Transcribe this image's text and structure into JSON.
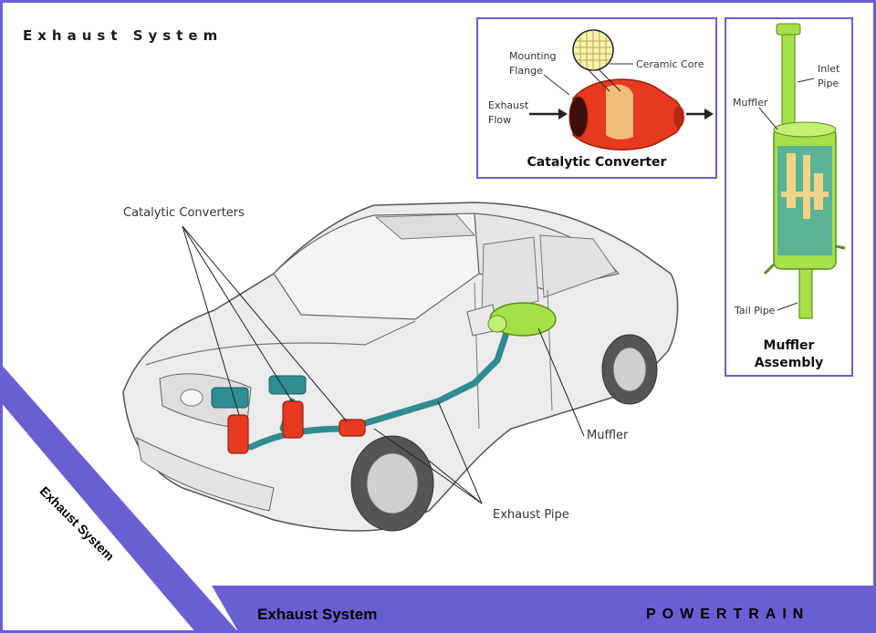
{
  "header": {
    "title": "Exhaust System"
  },
  "footer": {
    "title": "Exhaust System",
    "brand": "POWERTRAIN"
  },
  "diagonal_band": {
    "text": "Exhaust System"
  },
  "colors": {
    "frame": "#6a5fd2",
    "catalytic": "#e63a1e",
    "muffler": "#a6e04a",
    "pipe": "#2f8c91",
    "car_body": "#ececec"
  },
  "car_labels": {
    "catalytic_converters": "Catalytic Converters",
    "muffler": "Muffler",
    "exhaust_pipe": "Exhaust Pipe"
  },
  "catalytic_box": {
    "title": "Catalytic Converter",
    "mounting_flange": [
      "Mounting",
      "Flange"
    ],
    "ceramic_core": "Ceramic Core",
    "exhaust_flow": [
      "Exhaust",
      "Flow"
    ]
  },
  "muffler_box": {
    "title": [
      "Muffler",
      "Assembly"
    ],
    "muffler": "Muffler",
    "inlet_pipe": [
      "Inlet",
      "Pipe"
    ],
    "tail_pipe": "Tail Pipe"
  }
}
